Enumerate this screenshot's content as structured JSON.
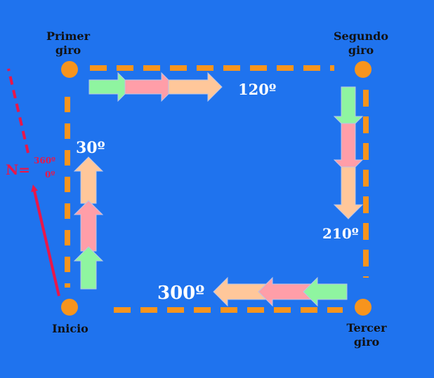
{
  "colors": {
    "background": "#1f73ee",
    "path": "#f7941d",
    "north": "#e8174a",
    "arrow_green": "#8ff5a0",
    "arrow_pink": "#ff9ea8",
    "arrow_peach": "#ffc79a",
    "label_dark": "#111111",
    "label_white": "#ffffff"
  },
  "corners": {
    "start": "Inicio",
    "first_turn": "Primer\ngiro",
    "second_turn": "Segundo\ngiro",
    "third_turn": "Tercer\ngiro"
  },
  "angles": {
    "a30": "30º",
    "a120": "120º",
    "a210": "210º",
    "a300": "300º"
  },
  "north": {
    "prefix": "N=",
    "numerator": "360º",
    "denominator": "0º"
  }
}
